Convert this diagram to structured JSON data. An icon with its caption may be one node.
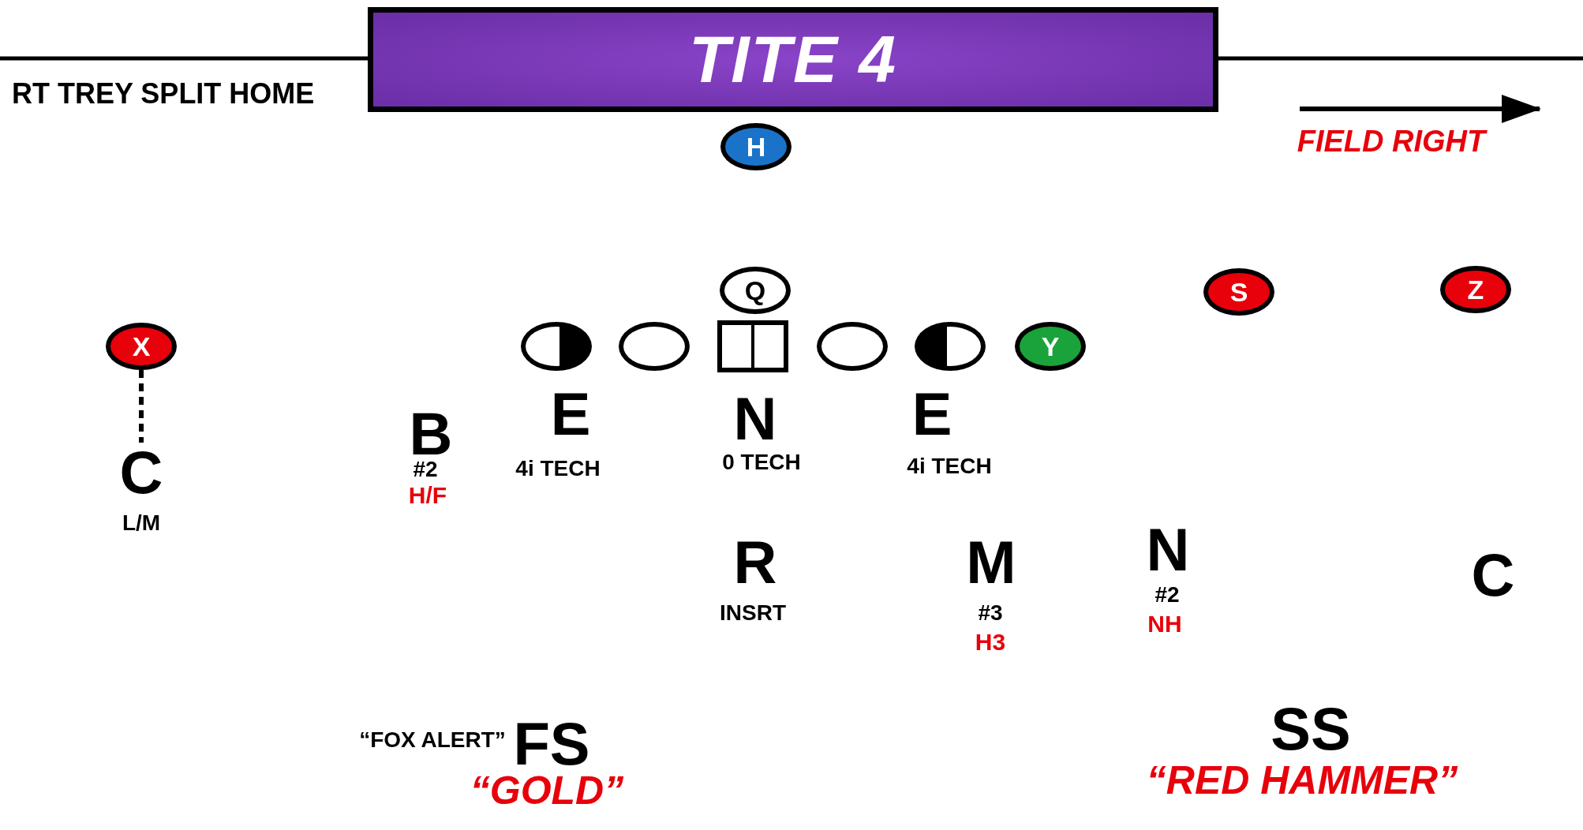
{
  "diagram": {
    "nodes": [
      {
        "text": [
          "TITE 4"
        ]
      },
      {
        "text": [
          "H"
        ]
      },
      {
        "text": [
          "Q"
        ]
      },
      {
        "text": [
          "S"
        ]
      },
      {
        "text": [
          "Z"
        ]
      },
      {
        "text": [
          "X"
        ]
      },
      {
        "text": [],
        "shape": "circle"
      },
      {
        "text": [],
        "shape": "circle"
      },
      {
        "text": [],
        "shape": "box"
      },
      {
        "text": [],
        "shape": "circle"
      },
      {
        "text": [],
        "shape": "circle"
      },
      {
        "text": [
          "Y"
        ]
      },
      {
        "text": [
          "C"
        ],
        "beside": [
          "L/M"
        ]
      }
    ],
    "edges": [
      {
        "from": 5,
        "to": 12,
        "arrow": "none",
        "style": "dashed"
      }
    ],
    "labels": [
      "RT TREY SPLIT HOME",
      "FIELD RIGHT",
      "B",
      "E",
      "N",
      "E",
      "#2",
      "4i TECH",
      "0 TECH",
      "4i TECH",
      "H/F",
      "R",
      "M",
      "N",
      "#2",
      "C",
      "INSRT",
      "#3",
      "NH",
      "H3",
      "“FOX ALERT”",
      "FS",
      "SS",
      "“GOLD”",
      "“RED HAMMER”"
    ]
  }
}
